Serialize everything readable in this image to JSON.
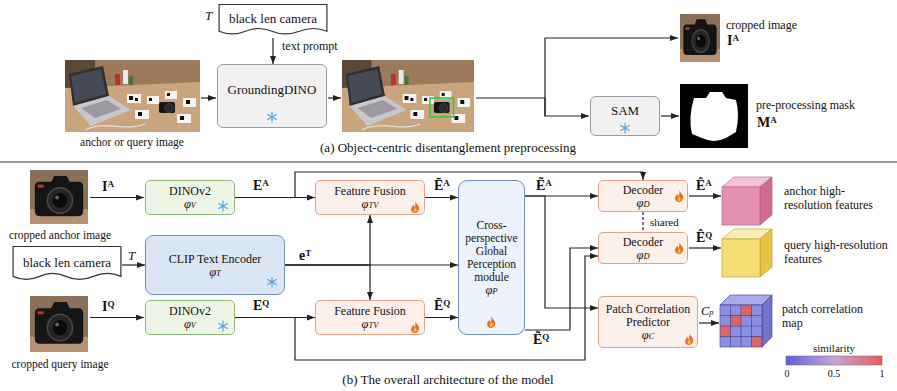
{
  "diagram": {
    "nodes": [
      {
        "text": [
          "black len camera"
        ]
      },
      {
        "text": [
          "GroundingDINO"
        ]
      },
      {
        "text": [
          "SAM"
        ]
      },
      {
        "text": [
          "DINOv2",
          "φV"
        ]
      },
      {
        "text": [
          "Feature Fusion",
          "φTV"
        ]
      },
      {
        "text": [
          "CLIP Text Encoder",
          "φT"
        ]
      },
      {
        "text": [
          "black len camera"
        ]
      },
      {
        "text": [
          "DINOv2",
          "φV"
        ]
      },
      {
        "text": [
          "Feature Fusion",
          "φTV"
        ]
      },
      {
        "text": [
          "Cross-perspective Global Perception module",
          "φP"
        ]
      },
      {
        "text": [
          "Decoder",
          "φD"
        ]
      },
      {
        "text": [
          "Decoder",
          "φD"
        ]
      },
      {
        "text": [
          "Patch Correlation Predictor",
          "φC"
        ]
      }
    ],
    "edges": [
      {
        "from": 0,
        "to": 1,
        "label": "text prompt",
        "arrow": "to"
      },
      {
        "from": 6,
        "to": 5,
        "label": "T",
        "arrow": "to"
      },
      {
        "from": 3,
        "to": 4,
        "label": "EA",
        "arrow": "to"
      },
      {
        "from": 7,
        "to": 8,
        "label": "EQ",
        "arrow": "to"
      },
      {
        "from": 5,
        "to": 4,
        "arrow": "to"
      },
      {
        "from": 5,
        "to": 8,
        "arrow": "to"
      },
      {
        "from": 5,
        "to": 9,
        "label": "eT",
        "arrow": "to"
      },
      {
        "from": 4,
        "to": 9,
        "label": "ĒA",
        "arrow": "to"
      },
      {
        "from": 8,
        "to": 9,
        "label": "ĒQ",
        "arrow": "to"
      },
      {
        "from": 9,
        "to": 10,
        "label": "ẼA",
        "arrow": "to"
      },
      {
        "from": 9,
        "to": 11,
        "label": "ẼQ",
        "arrow": "to"
      },
      {
        "from": 9,
        "to": 12,
        "arrow": "to"
      },
      {
        "from": 3,
        "to": 10,
        "arrow": "to"
      },
      {
        "from": 7,
        "to": 11,
        "arrow": "to"
      },
      {
        "from": 10,
        "to": 11,
        "label": "shared",
        "arrow": "none"
      }
    ],
    "labels": [
      "T",
      "anchor or query image",
      "(a) Object-centric disentanglement preprocessing",
      "cropped image",
      "IA",
      "pre-processing mask",
      "MA",
      "IA",
      "cropped anchor image",
      "IQ",
      "cropped query image",
      "ÊA",
      "anchor high-resolution features",
      "ÊQ",
      "query high-resolution features",
      "Cp",
      "patch correlation map",
      "similarity",
      "0",
      "0.5",
      "1",
      "(b) The overall architecture of the model"
    ]
  }
}
